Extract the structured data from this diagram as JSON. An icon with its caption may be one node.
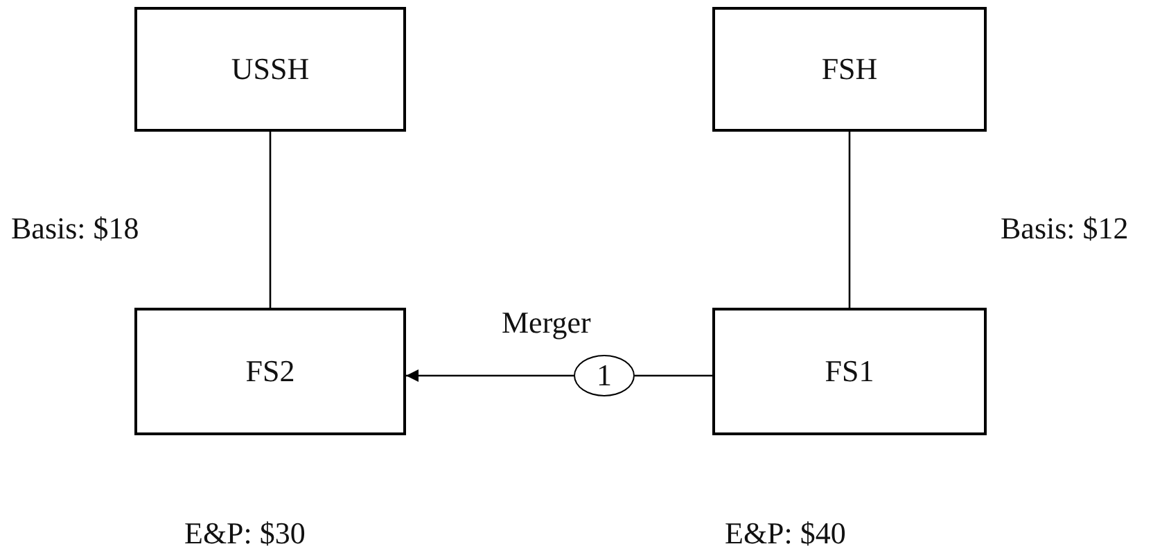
{
  "diagram": {
    "nodes": [
      {
        "text": [
          "USSH"
        ]
      },
      {
        "text": [
          "FSH"
        ]
      },
      {
        "text": [
          "FS2"
        ],
        "beside": [
          "E&P: $30"
        ]
      },
      {
        "text": [
          "FS1"
        ],
        "beside": [
          "E&P: $40"
        ]
      },
      {
        "text": [
          "1"
        ],
        "beside": [
          "Merger"
        ]
      }
    ],
    "edges": [
      {
        "from": 0,
        "to": 2,
        "arrow": "none",
        "label": "Basis: $18"
      },
      {
        "from": 1,
        "to": 3,
        "arrow": "none",
        "label": "Basis: $12"
      },
      {
        "from": 3,
        "to": 4,
        "arrow": "none"
      },
      {
        "from": 4,
        "to": 2,
        "arrow": "to"
      }
    ]
  }
}
